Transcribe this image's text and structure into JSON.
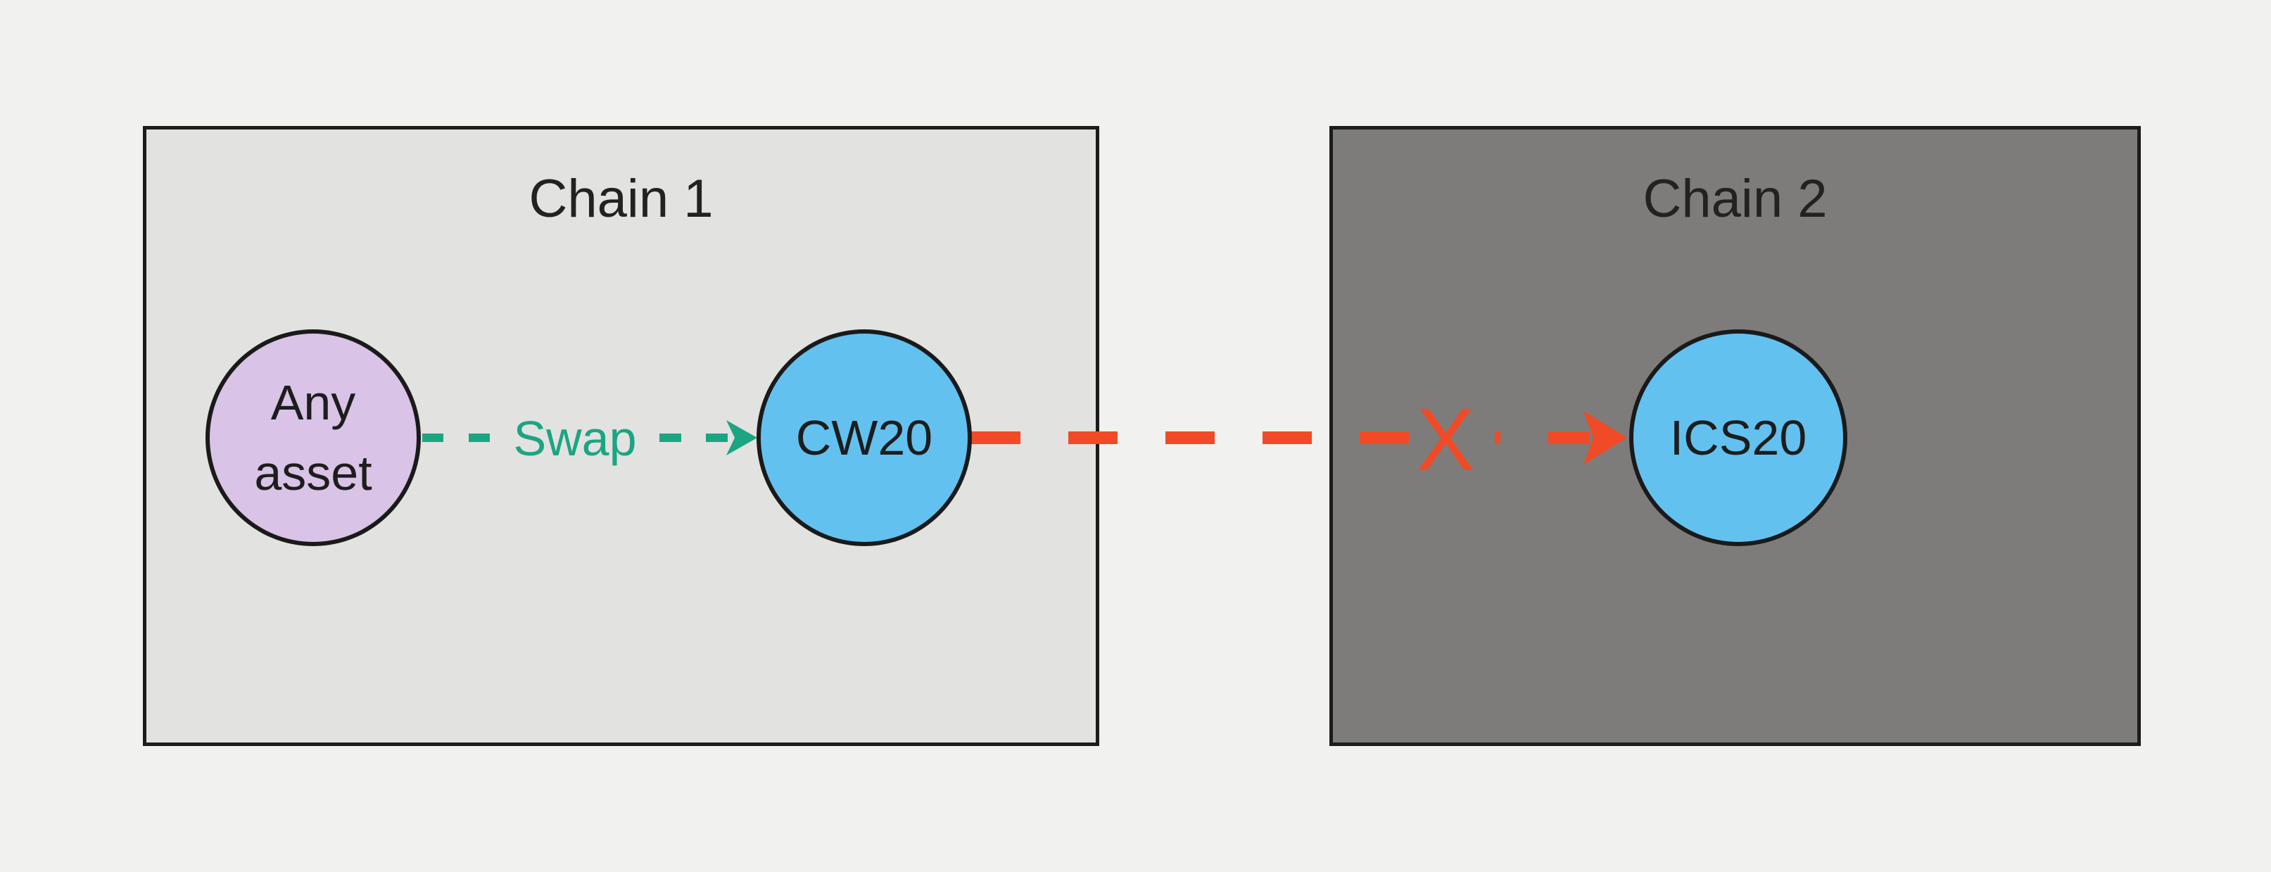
{
  "background_color": "#f1f1ef",
  "chain1": {
    "title": "Chain 1",
    "fill": "#e2e2e0",
    "border_color": "#1c1c1c"
  },
  "chain2": {
    "title": "Chain 2",
    "fill": "#7e7c7b",
    "border_color": "#1c1c1c"
  },
  "nodes": {
    "any_asset": {
      "line1": "Any",
      "line2": "asset",
      "fill": "#d9c3e6"
    },
    "cw20": {
      "label": "CW20",
      "fill": "#63c1f0"
    },
    "ics20": {
      "label": "ICS20",
      "fill": "#63c1f0"
    }
  },
  "swap": {
    "label": "Swap",
    "color": "#1ba583",
    "style": "dashed-arrow-right"
  },
  "blocked_transfer": {
    "marker": "X",
    "color": "#f04a26",
    "style": "dashed-arrow-right"
  },
  "icons": {
    "swap_arrowhead": "arrow-right-triangle",
    "transfer_arrowhead": "arrow-right-triangle",
    "blocked_marker": "x-cross"
  }
}
